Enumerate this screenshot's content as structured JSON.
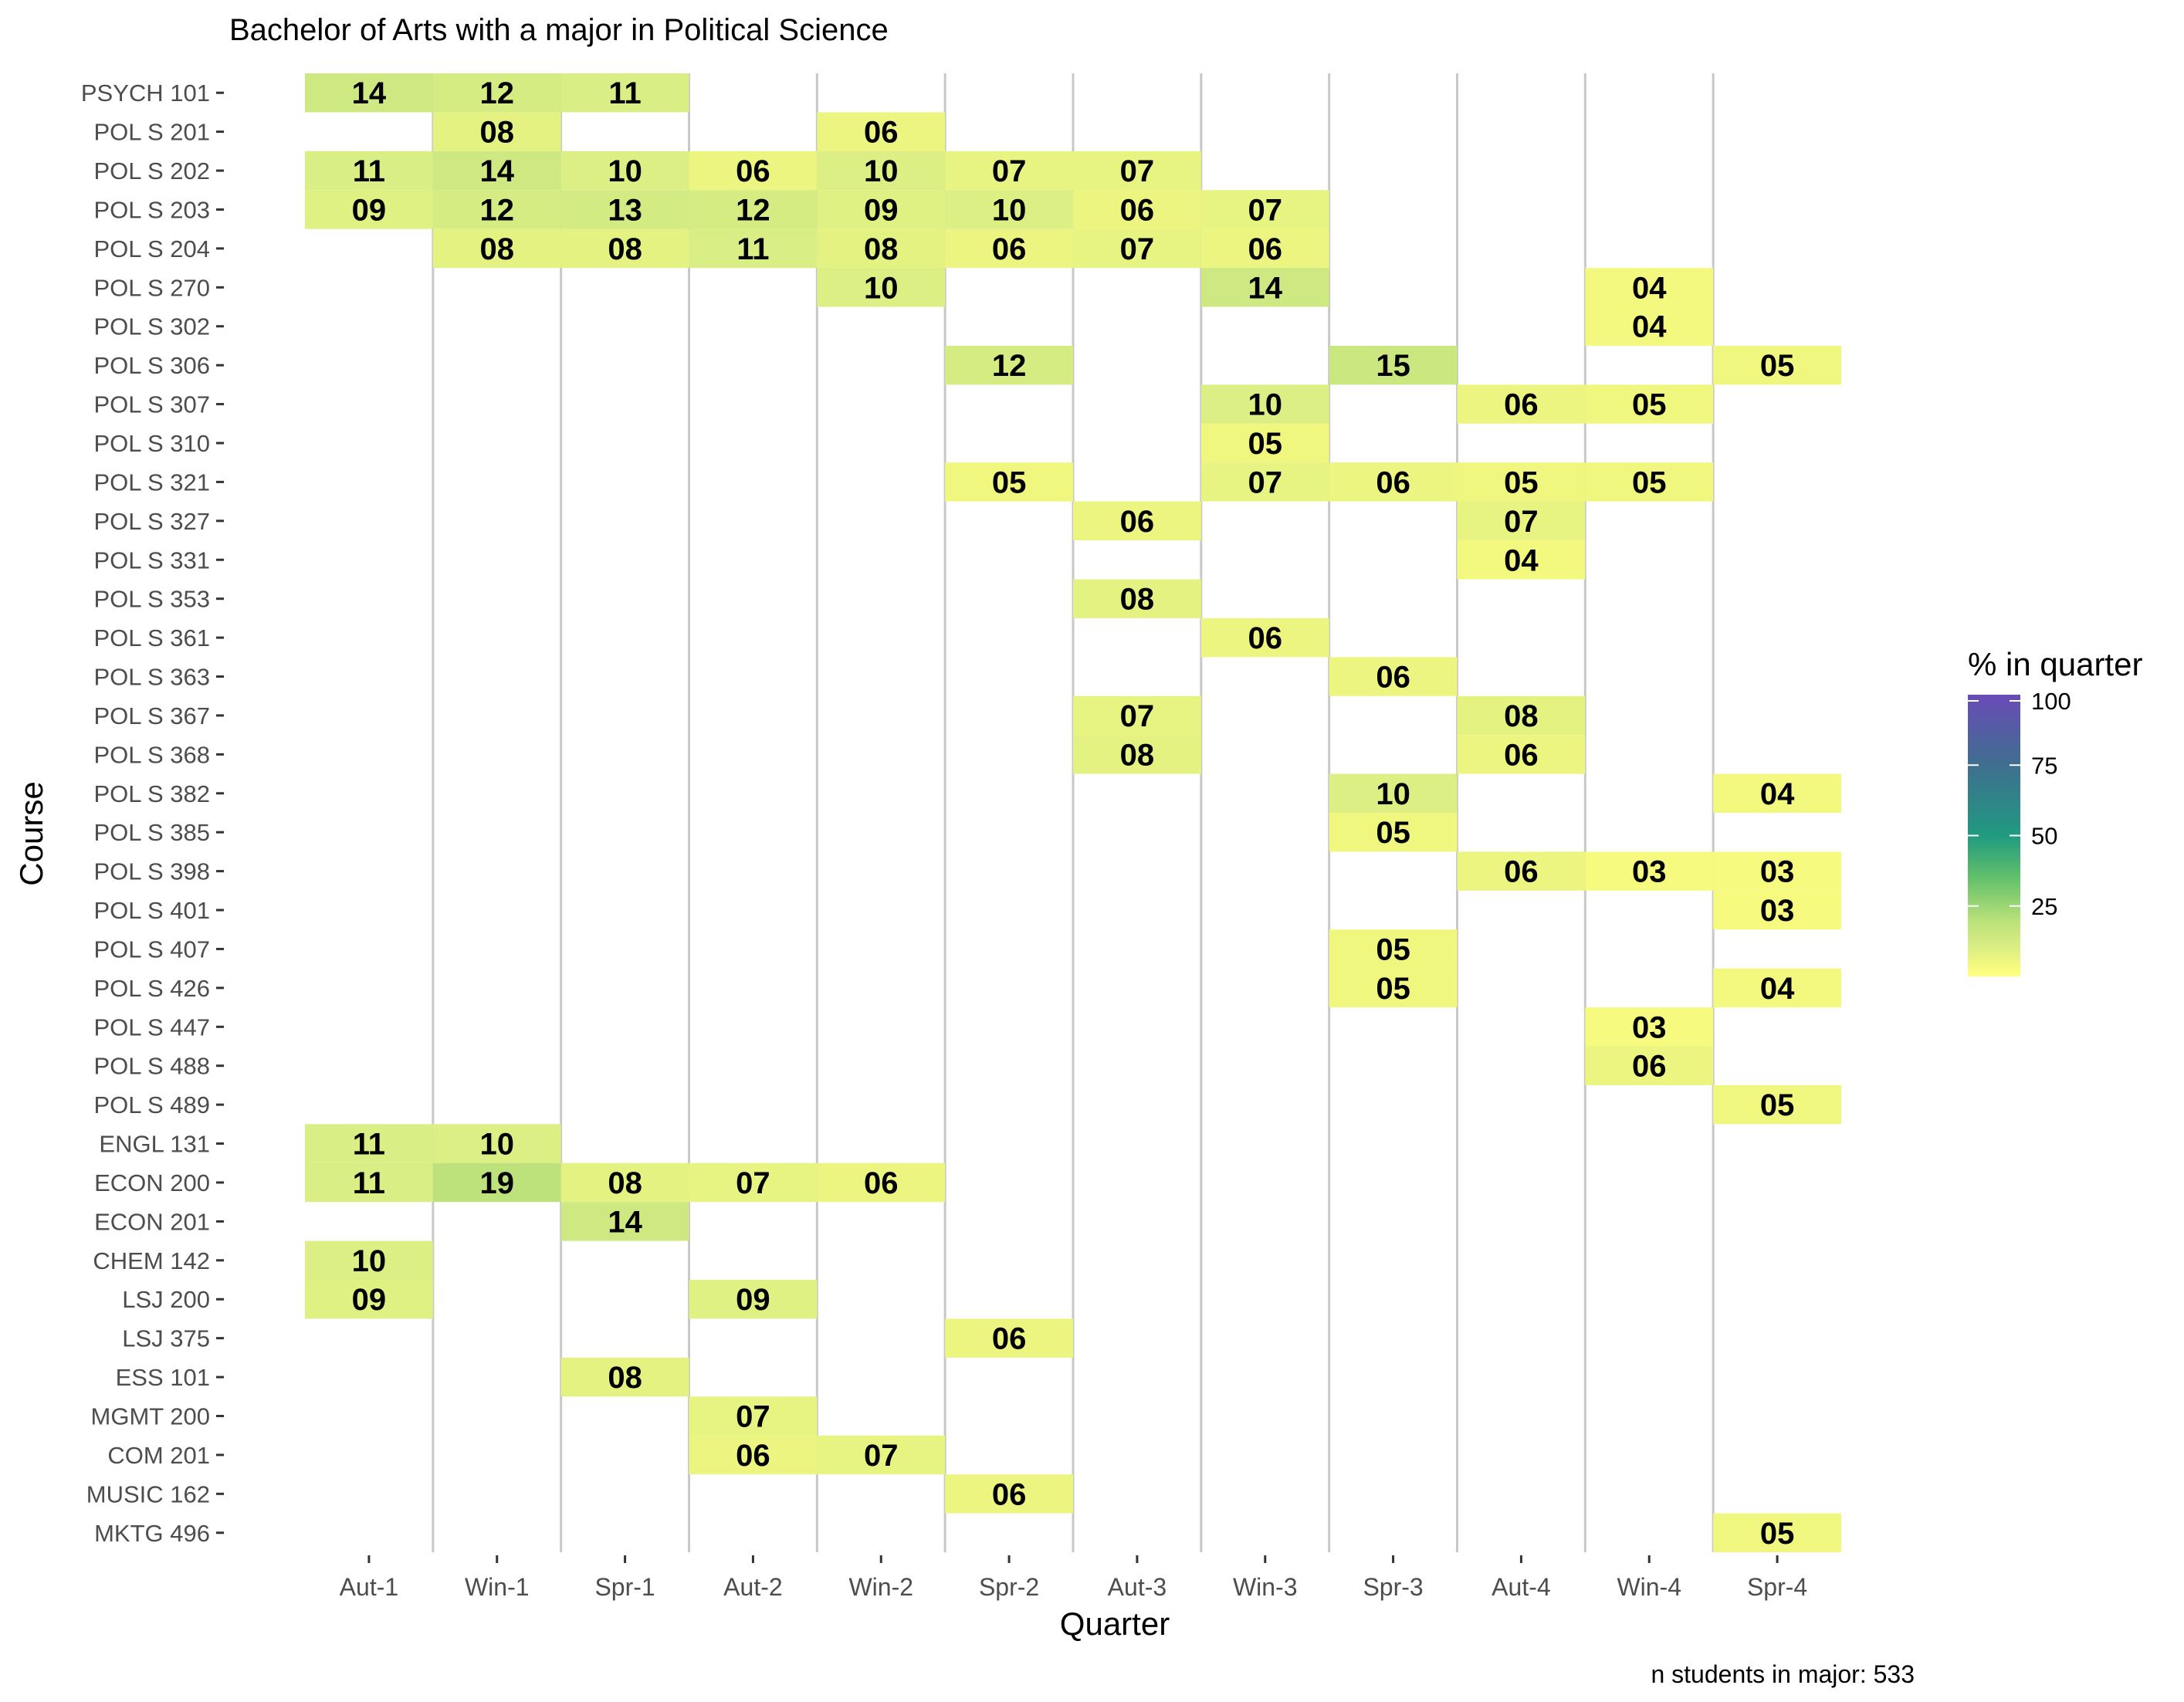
{
  "chart_data": {
    "type": "heatmap",
    "title": "Bachelor of Arts with a major in Political Science",
    "xlabel": "Quarter",
    "ylabel": "Course",
    "caption": "n students in major: 533",
    "x_categories": [
      "Aut-1",
      "Win-1",
      "Spr-1",
      "Aut-2",
      "Win-2",
      "Spr-2",
      "Aut-3",
      "Win-3",
      "Spr-3",
      "Aut-4",
      "Win-4",
      "Spr-4"
    ],
    "y_categories": [
      "PSYCH 101",
      "POL S 201",
      "POL S 202",
      "POL S 203",
      "POL S 204",
      "POL S 270",
      "POL S 302",
      "POL S 306",
      "POL S 307",
      "POL S 310",
      "POL S 321",
      "POL S 327",
      "POL S 331",
      "POL S 353",
      "POL S 361",
      "POL S 363",
      "POL S 367",
      "POL S 368",
      "POL S 382",
      "POL S 385",
      "POL S 398",
      "POL S 401",
      "POL S 407",
      "POL S 426",
      "POL S 447",
      "POL S 488",
      "POL S 489",
      "ENGL 131",
      "ECON 200",
      "ECON 201",
      "CHEM 142",
      "LSJ 200",
      "LSJ 375",
      "ESS 101",
      "MGMT 200",
      "COM 201",
      "MUSIC 162",
      "MKTG 496"
    ],
    "cells": [
      {
        "course": "PSYCH 101",
        "quarter": "Aut-1",
        "value": 14,
        "label": "14"
      },
      {
        "course": "PSYCH 101",
        "quarter": "Win-1",
        "value": 12,
        "label": "12"
      },
      {
        "course": "PSYCH 101",
        "quarter": "Spr-1",
        "value": 11,
        "label": "11"
      },
      {
        "course": "POL S 201",
        "quarter": "Win-1",
        "value": 8,
        "label": "08"
      },
      {
        "course": "POL S 201",
        "quarter": "Win-2",
        "value": 6,
        "label": "06"
      },
      {
        "course": "POL S 202",
        "quarter": "Aut-1",
        "value": 11,
        "label": "11"
      },
      {
        "course": "POL S 202",
        "quarter": "Win-1",
        "value": 14,
        "label": "14"
      },
      {
        "course": "POL S 202",
        "quarter": "Spr-1",
        "value": 10,
        "label": "10"
      },
      {
        "course": "POL S 202",
        "quarter": "Aut-2",
        "value": 6,
        "label": "06"
      },
      {
        "course": "POL S 202",
        "quarter": "Win-2",
        "value": 10,
        "label": "10"
      },
      {
        "course": "POL S 202",
        "quarter": "Spr-2",
        "value": 7,
        "label": "07"
      },
      {
        "course": "POL S 202",
        "quarter": "Aut-3",
        "value": 7,
        "label": "07"
      },
      {
        "course": "POL S 203",
        "quarter": "Aut-1",
        "value": 9,
        "label": "09"
      },
      {
        "course": "POL S 203",
        "quarter": "Win-1",
        "value": 12,
        "label": "12"
      },
      {
        "course": "POL S 203",
        "quarter": "Spr-1",
        "value": 13,
        "label": "13"
      },
      {
        "course": "POL S 203",
        "quarter": "Aut-2",
        "value": 12,
        "label": "12"
      },
      {
        "course": "POL S 203",
        "quarter": "Win-2",
        "value": 9,
        "label": "09"
      },
      {
        "course": "POL S 203",
        "quarter": "Spr-2",
        "value": 10,
        "label": "10"
      },
      {
        "course": "POL S 203",
        "quarter": "Aut-3",
        "value": 6,
        "label": "06"
      },
      {
        "course": "POL S 203",
        "quarter": "Win-3",
        "value": 7,
        "label": "07"
      },
      {
        "course": "POL S 204",
        "quarter": "Win-1",
        "value": 8,
        "label": "08"
      },
      {
        "course": "POL S 204",
        "quarter": "Spr-1",
        "value": 8,
        "label": "08"
      },
      {
        "course": "POL S 204",
        "quarter": "Aut-2",
        "value": 11,
        "label": "11"
      },
      {
        "course": "POL S 204",
        "quarter": "Win-2",
        "value": 8,
        "label": "08"
      },
      {
        "course": "POL S 204",
        "quarter": "Spr-2",
        "value": 6,
        "label": "06"
      },
      {
        "course": "POL S 204",
        "quarter": "Aut-3",
        "value": 7,
        "label": "07"
      },
      {
        "course": "POL S 204",
        "quarter": "Win-3",
        "value": 6,
        "label": "06"
      },
      {
        "course": "POL S 270",
        "quarter": "Win-2",
        "value": 10,
        "label": "10"
      },
      {
        "course": "POL S 270",
        "quarter": "Win-3",
        "value": 14,
        "label": "14"
      },
      {
        "course": "POL S 270",
        "quarter": "Win-4",
        "value": 4,
        "label": "04"
      },
      {
        "course": "POL S 302",
        "quarter": "Win-4",
        "value": 4,
        "label": "04"
      },
      {
        "course": "POL S 306",
        "quarter": "Spr-2",
        "value": 12,
        "label": "12"
      },
      {
        "course": "POL S 306",
        "quarter": "Spr-3",
        "value": 15,
        "label": "15"
      },
      {
        "course": "POL S 306",
        "quarter": "Spr-4",
        "value": 5,
        "label": "05"
      },
      {
        "course": "POL S 307",
        "quarter": "Win-3",
        "value": 10,
        "label": "10"
      },
      {
        "course": "POL S 307",
        "quarter": "Aut-4",
        "value": 6,
        "label": "06"
      },
      {
        "course": "POL S 307",
        "quarter": "Win-4",
        "value": 5,
        "label": "05"
      },
      {
        "course": "POL S 310",
        "quarter": "Win-3",
        "value": 5,
        "label": "05"
      },
      {
        "course": "POL S 321",
        "quarter": "Spr-2",
        "value": 5,
        "label": "05"
      },
      {
        "course": "POL S 321",
        "quarter": "Win-3",
        "value": 7,
        "label": "07"
      },
      {
        "course": "POL S 321",
        "quarter": "Spr-3",
        "value": 6,
        "label": "06"
      },
      {
        "course": "POL S 321",
        "quarter": "Aut-4",
        "value": 5,
        "label": "05"
      },
      {
        "course": "POL S 321",
        "quarter": "Win-4",
        "value": 5,
        "label": "05"
      },
      {
        "course": "POL S 327",
        "quarter": "Aut-3",
        "value": 6,
        "label": "06"
      },
      {
        "course": "POL S 327",
        "quarter": "Aut-4",
        "value": 7,
        "label": "07"
      },
      {
        "course": "POL S 331",
        "quarter": "Aut-4",
        "value": 4,
        "label": "04"
      },
      {
        "course": "POL S 353",
        "quarter": "Aut-3",
        "value": 8,
        "label": "08"
      },
      {
        "course": "POL S 361",
        "quarter": "Win-3",
        "value": 6,
        "label": "06"
      },
      {
        "course": "POL S 363",
        "quarter": "Spr-3",
        "value": 6,
        "label": "06"
      },
      {
        "course": "POL S 367",
        "quarter": "Aut-3",
        "value": 7,
        "label": "07"
      },
      {
        "course": "POL S 367",
        "quarter": "Aut-4",
        "value": 8,
        "label": "08"
      },
      {
        "course": "POL S 368",
        "quarter": "Aut-3",
        "value": 8,
        "label": "08"
      },
      {
        "course": "POL S 368",
        "quarter": "Aut-4",
        "value": 6,
        "label": "06"
      },
      {
        "course": "POL S 382",
        "quarter": "Spr-3",
        "value": 10,
        "label": "10"
      },
      {
        "course": "POL S 382",
        "quarter": "Spr-4",
        "value": 4,
        "label": "04"
      },
      {
        "course": "POL S 385",
        "quarter": "Spr-3",
        "value": 5,
        "label": "05"
      },
      {
        "course": "POL S 398",
        "quarter": "Aut-4",
        "value": 6,
        "label": "06"
      },
      {
        "course": "POL S 398",
        "quarter": "Win-4",
        "value": 3,
        "label": "03"
      },
      {
        "course": "POL S 398",
        "quarter": "Spr-4",
        "value": 3,
        "label": "03"
      },
      {
        "course": "POL S 401",
        "quarter": "Spr-4",
        "value": 3,
        "label": "03"
      },
      {
        "course": "POL S 407",
        "quarter": "Spr-3",
        "value": 5,
        "label": "05"
      },
      {
        "course": "POL S 426",
        "quarter": "Spr-3",
        "value": 5,
        "label": "05"
      },
      {
        "course": "POL S 426",
        "quarter": "Spr-4",
        "value": 4,
        "label": "04"
      },
      {
        "course": "POL S 447",
        "quarter": "Win-4",
        "value": 3,
        "label": "03"
      },
      {
        "course": "POL S 488",
        "quarter": "Win-4",
        "value": 6,
        "label": "06"
      },
      {
        "course": "POL S 489",
        "quarter": "Spr-4",
        "value": 5,
        "label": "05"
      },
      {
        "course": "ENGL 131",
        "quarter": "Aut-1",
        "value": 11,
        "label": "11"
      },
      {
        "course": "ENGL 131",
        "quarter": "Win-1",
        "value": 10,
        "label": "10"
      },
      {
        "course": "ECON 200",
        "quarter": "Aut-1",
        "value": 11,
        "label": "11"
      },
      {
        "course": "ECON 200",
        "quarter": "Win-1",
        "value": 19,
        "label": "19"
      },
      {
        "course": "ECON 200",
        "quarter": "Spr-1",
        "value": 8,
        "label": "08"
      },
      {
        "course": "ECON 200",
        "quarter": "Aut-2",
        "value": 7,
        "label": "07"
      },
      {
        "course": "ECON 200",
        "quarter": "Win-2",
        "value": 6,
        "label": "06"
      },
      {
        "course": "ECON 201",
        "quarter": "Spr-1",
        "value": 14,
        "label": "14"
      },
      {
        "course": "CHEM 142",
        "quarter": "Aut-1",
        "value": 10,
        "label": "10"
      },
      {
        "course": "LSJ 200",
        "quarter": "Aut-1",
        "value": 9,
        "label": "09"
      },
      {
        "course": "LSJ 200",
        "quarter": "Aut-2",
        "value": 9,
        "label": "09"
      },
      {
        "course": "LSJ 375",
        "quarter": "Spr-2",
        "value": 6,
        "label": "06"
      },
      {
        "course": "ESS 101",
        "quarter": "Spr-1",
        "value": 8,
        "label": "08"
      },
      {
        "course": "MGMT 200",
        "quarter": "Aut-2",
        "value": 7,
        "label": "07"
      },
      {
        "course": "COM 201",
        "quarter": "Aut-2",
        "value": 6,
        "label": "06"
      },
      {
        "course": "COM 201",
        "quarter": "Win-2",
        "value": 7,
        "label": "07"
      },
      {
        "course": "MUSIC 162",
        "quarter": "Spr-2",
        "value": 6,
        "label": "06"
      },
      {
        "course": "MKTG 496",
        "quarter": "Spr-4",
        "value": 5,
        "label": "05"
      }
    ],
    "legend": {
      "title": "% in quarter",
      "range": [
        0,
        100
      ],
      "ticks": [
        25,
        50,
        75,
        100
      ],
      "placement": "right",
      "colors": [
        "#ffff80",
        "#e5f283",
        "#a8db6d",
        "#40b56a",
        "#219a85",
        "#3a7a8c",
        "#4f5ea8",
        "#6a4bb8"
      ]
    },
    "grid": "vertical lines between quarters"
  }
}
